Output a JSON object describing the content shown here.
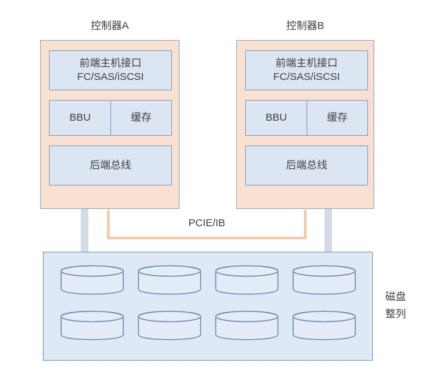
{
  "diagram": {
    "title_a": "控制器A",
    "title_b": "控制器B",
    "interconnect_label": "PCIE/IB",
    "array_label_line1": "磁盘",
    "array_label_line2": "整列",
    "controller_modules": {
      "frontend_line1": "前端主机接口",
      "frontend_line2": "FC/SAS/iSCSI",
      "bbu": "BBU",
      "cache": "缓存",
      "backend": "后端总线"
    },
    "colors": {
      "controller_fill": "#fae0d1",
      "controller_border": "#8faac4",
      "module_fill": "#dce6f2",
      "module_border": "#7e9fc0",
      "array_fill": "#dfe8f5",
      "array_border": "#6f9bc4",
      "interconnect_line": "#f6cbab",
      "gray_link": "#d3dbe7",
      "disk_stroke": "#5b86b3",
      "text": "#404040"
    },
    "disk_count": 8,
    "disk_rows": 2,
    "disk_columns": 4
  }
}
